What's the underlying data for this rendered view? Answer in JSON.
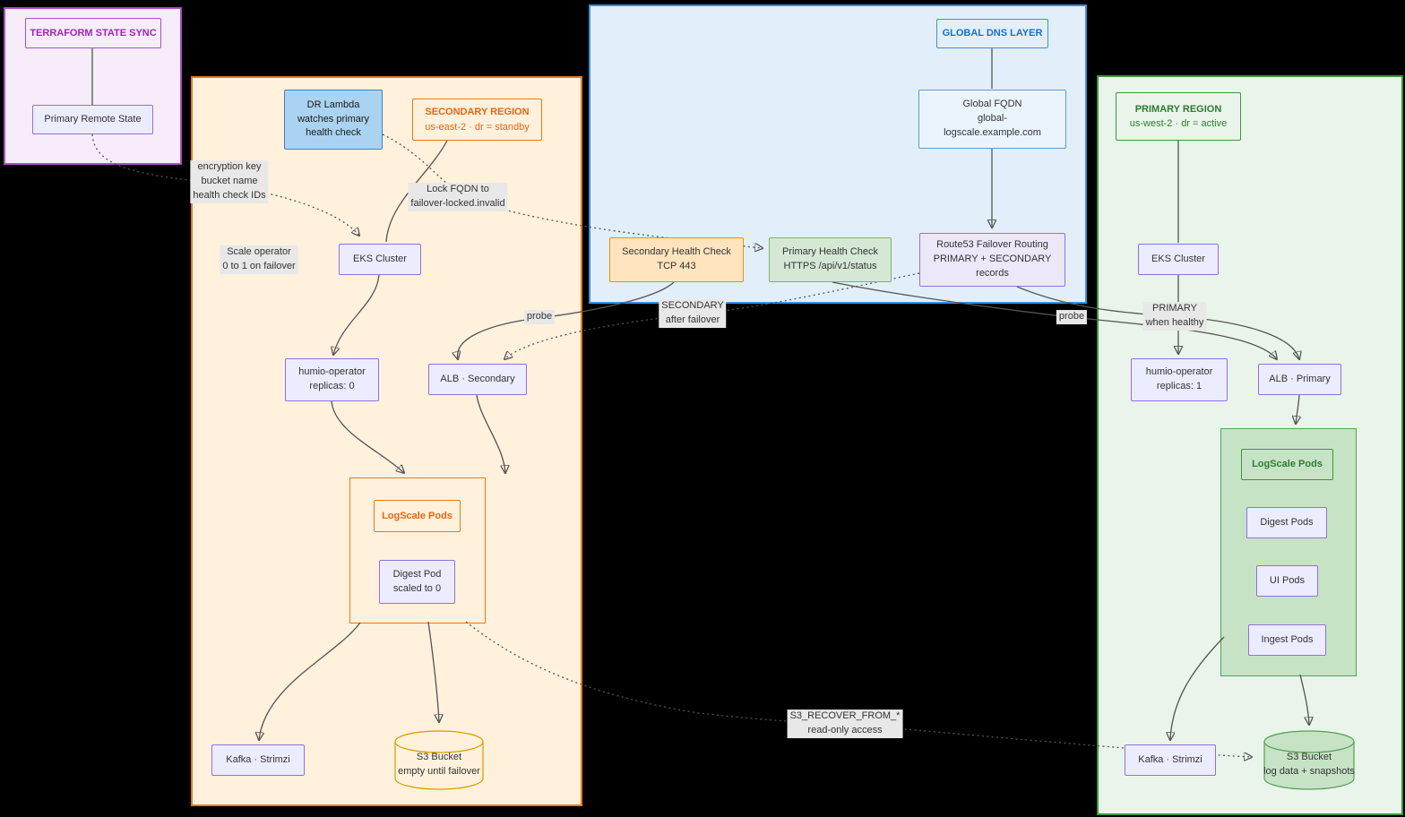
{
  "diagram": {
    "colors": {
      "canvas_bg": "#000000",
      "purple_accent": "#A94FC4",
      "purple_fill": "#F6ECFA",
      "purple_text": "#9C27B0",
      "orange_accent": "#E67817",
      "orange_fill": "#FFF1DC",
      "orange_text": "#E8650F",
      "blue_accent": "#418FD6",
      "blue_fill": "#E2EFFA",
      "blue_text": "#1A6FC7",
      "green_accent": "#41933F",
      "green_fill": "#E9F5EA",
      "green_text": "#2D7D2F",
      "node_fill": "#ECECFF",
      "node_border": "#9370DB",
      "node_text": "#333333",
      "lambda_fill": "#A9D3F0",
      "lambda_border": "#3984C4",
      "shc_fill": "#FFE4BE",
      "shc_border": "#D79B00",
      "phc_fill": "#D5E8D4",
      "phc_border": "#82B366",
      "subgreen_fill": "#C7E3C6",
      "subgreen_border": "#54A053",
      "edge_color": "#545454",
      "label_bg": "#E8E8E8",
      "label_text": "#333333"
    },
    "regions": {
      "terraform": {
        "title": "TERRAFORM STATE SYNC"
      },
      "secondary": {
        "title": "SECONDARY REGION",
        "subtitle": "us-east-2 · dr = standby"
      },
      "dns": {
        "title": "GLOBAL DNS LAYER"
      },
      "primary": {
        "title": "PRIMARY REGION",
        "subtitle": "us-west-2 · dr = active"
      }
    },
    "nodes": {
      "primary_remote_state": "Primary Remote State",
      "dr_lambda": "DR Lambda\nwatches primary\nhealth check",
      "eks_secondary": "EKS Cluster",
      "operator_secondary": "humio-operator\nreplicas: 0",
      "alb_secondary": "ALB · Secondary",
      "logscale_pods_secondary": "LogScale Pods",
      "digest_pod_secondary": "Digest Pod\nscaled to 0",
      "kafka_secondary": "Kafka · Strimzi",
      "s3_secondary": "S3 Bucket\nempty until failover",
      "global_fqdn": "Global FQDN\nglobal-\nlogscale.example.com",
      "secondary_health_check": "Secondary Health Check\nTCP 443",
      "primary_health_check": "Primary Health Check\nHTTPS /api/v1/status",
      "route53": "Route53 Failover Routing\nPRIMARY + SECONDARY\nrecords",
      "eks_primary": "EKS Cluster",
      "operator_primary": "humio-operator\nreplicas: 1",
      "alb_primary": "ALB · Primary",
      "logscale_pods_primary": "LogScale Pods",
      "digest_pods_primary": "Digest Pods",
      "ui_pods_primary": "UI Pods",
      "ingest_pods_primary": "Ingest Pods",
      "kafka_primary": "Kafka · Strimzi",
      "s3_primary": "S3 Bucket\nlog data + snapshots"
    },
    "edge_labels": {
      "tf_outputs": "encryption key\nbucket name\nhealth check IDs",
      "scale_operator": "Scale operator\n0 to 1 on failover",
      "lock_fqdn": "Lock FQDN to\nfailover-locked.invalid",
      "probe_secondary": "probe",
      "secondary_after_failover": "SECONDARY\nafter failover",
      "probe_primary": "probe",
      "primary_when_healthy": "PRIMARY\nwhen healthy",
      "s3_recover": "S3_RECOVER_FROM_*\nread-only access"
    }
  }
}
